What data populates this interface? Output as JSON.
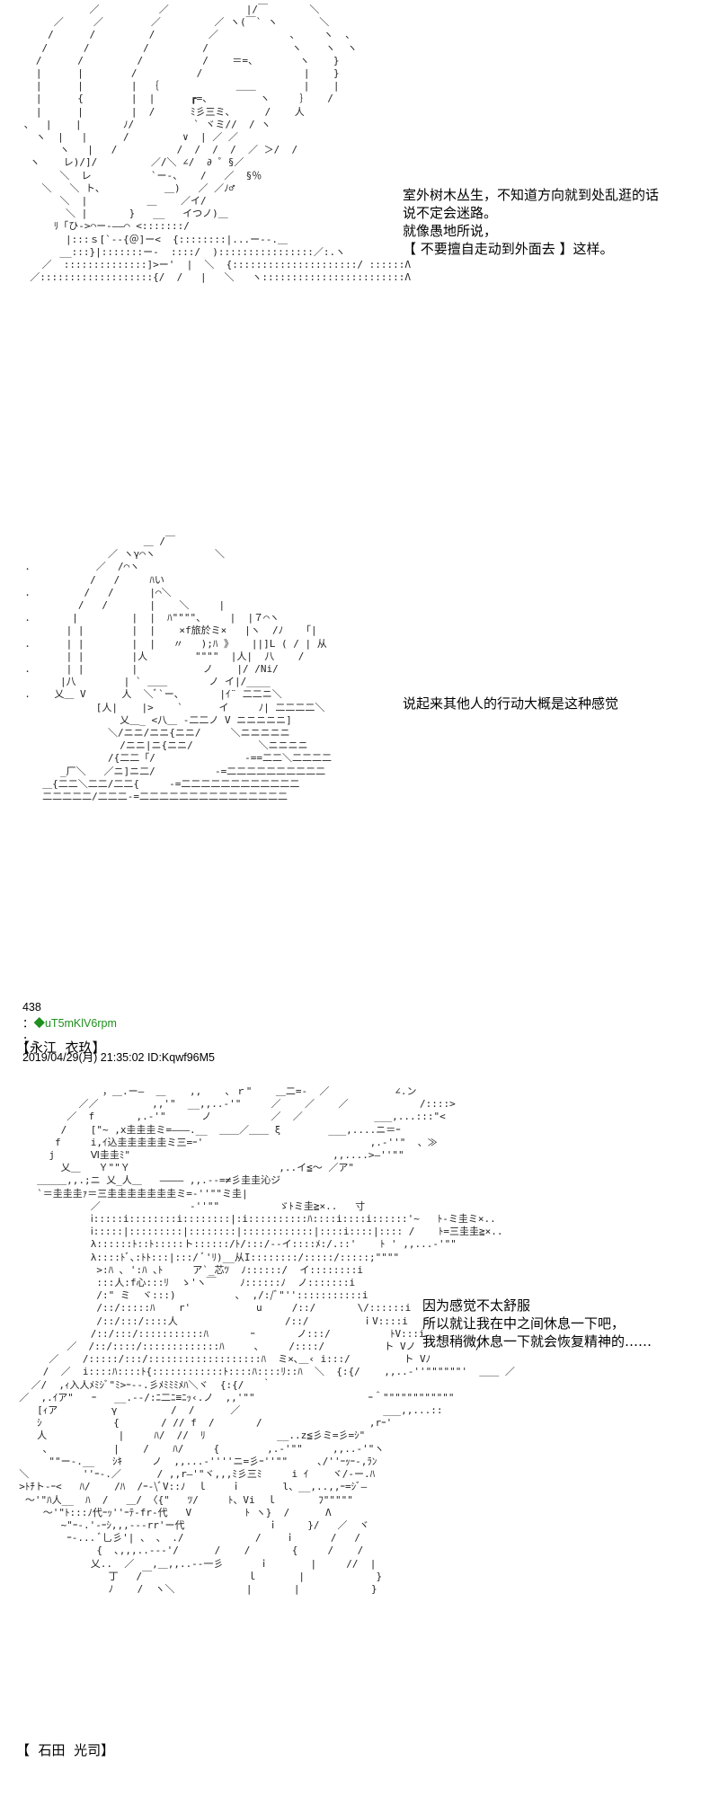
{
  "panel1": {
    "art": "            ／          ／             |/￣       ＼\n      ／     ／        ／         ／ ヽ(￣` ヽ       ＼\n     /      /         /         ／            、    ヽ  、\n    /      /         /         /              ヽ    ヽ  ヽ\n   /      /         /          /    ＝=、       ヽ    }\n   |      |        /          /                 |    }\n   |      |        |  ｛             ＿＿        |    |\n   |      {        |  |      ┏=、        ヽ     ｝   /\n   |      |        |  /      ﾐ彡三ミ、     /    人\n 、  |    |       ﾉ/          ` ヾミ//  / ヽ\n   ヽ  |   |      /         ∨  | ／ ／\n       ヽ   |   /          /  /  /  /  ／ ＞/  /\n  ヽ    レ)/]/         ／/＼ ∠/  ∂ ゜§／\n       ＼  レ          `ー-、   /   ／  §％\n    ＼   ＼ ト、          ＿)   ／ ／ﾉ♂\n       ＼  |          ＿    ／イ/\n        ＼ |       }   __   イつノ)＿\n      ﾘ「ひ->⌒ー-――⌒ <:::::::/\n        |:::ｓ[`--{＠]ー<  {::::::::|...ー--.＿\n       __:::}|:::::::ー-  ::::/  )::::::::::::::::／:.ヽ\n    ／  ::::::::::::::]>ー'  |  ＼  {:::::::::::::::::::::/ ::::::Λ\n  ／:::::::::::::::::::{/  /   |   ＼   ヽ::::::::::::::::::::::::Λ",
    "lines": [
      "室外树木丛生，不知道方向就到处乱逛的话",
      "说不定会迷路。",
      "就像愚地所说，",
      "【 不要擅自走动到外面去 】这样。"
    ]
  },
  "panel2": {
    "art": "                      ＿ /￣\n                ／ ヽγ⌒ヽ          ＼\n  .           ／  /⌒ヽ\n             /   /     ﾊい\n  .         /   /      |⌒＼\n           /   /       |    ＼     |\n  .       |         |  |  ﾊ\"\"\"\"、    |  |７⌒ヽ\n         | |        |  |    ×f旅於ミ×   |ヽ  /ﾉ   「|\n  .      | |        |  |   〃   );ﾊ 》   ||]L ( / | 从\n         | |        |人        \"\"\"\"  |人|  八    /\n  .      | |        |           ノ    |/ /Ni/\n        |八        | ` ＿＿       ノ イ|/____\n  .    乂＿ V      人  ＼ﾞ`ー、      |ｲ¨ 二二ニ＼\n              [人|    |>    `      イ     ﾉ| 二二二二＼\n                  乂＿_ <八＿ -二二ノ V ニニニニニ]\n                ＼/ニニ/ニニ{ニニ/     ＼ニニニニニ\n                  /ニニ|ニ{ニニ/           ＼ニニニニ\n                /{二二「/               -==二二＼二二二二\n        _厂＼   ／ニ]ニ二/          -=二二二二二二二二二二\n     ＿{二二＼二二/二二{     -=二二二二二二二二二二二二\n     二二二二二/二二二-=二二二二二二二二二二二二二二二",
    "line": "说起来其他人的行动大概是这种感觉"
  },
  "post": {
    "number": "438",
    "separator": "：",
    "diamond": "◆",
    "name": "uT5mKlV6rpm",
    "date": "2019/04/29(月) 21:35:02 ID:Kqwf96M5"
  },
  "label1": "【永江  衣玖】",
  "panel3": {
    "art": "                ，＿.ー―  ＿    ,,    ､ ｒ\"    ＿二=-  ／           ∠.ン\n            ／／         ,,'\"  __,,..-'\"     ／    ／    ／            /::::>\n          ／  f       ,.-'\"      ノ          ／  ／            ___,...:::\"<\n         /    [\"~ ,x圭圭圭ミ=―――.__  ＿＿／＿＿ ξ        ___,....ニ＝ｰ\n        f     i,ｲ込圭圭圭圭圭ミ三=ｰ'                            ,.-''\"  、≫\n       j      Ⅵ圭圭ﾐ\"                                  ,,....>―''\"\"\n         乂＿   Ｙ\"\"Ｙ                         ,..イ≦～ ／ア\"\n     ＿＿＿,,.;ニ 乂_人＿   ―――― ,,.--=≠彡圭圭沁ジ\n     `＝圭圭圭ｧ＝三圭圭圭圭圭圭圭ミ=-''\"\"ミ圭|\n              ／               -''\"\"          ゞﾄミ圭≧×..   寸\n              ⅰ:::::i::::::::i::::::::|:i::::::::::ﾊ::::i::::i::::::'~   ﾄ-ミ圭ミ×..\n              ⅰ:::::|:::::::::|::::::::|::::::::::::|::::i::::|:::: /    ﾄ=三圭圭≧×..\n              λ::::::ﾄ::ﾄ:::::ト::::::/ﾄ/:::/--イ::::ﾒ:/.::'    ﾄ ' ,,...-'\"\"\n              λ::::ﾄﾞ､:ﾄﾄ:::|:::/ ﾞ'ﾘ)__从I::::::::/:::::/:::::;\"\"\"\"\n               >:ﾊ ､ ':ﾊ ､ﾄ     ア`_芯ﾂ  ﾉ::::::/  イ::::::::i\n               :::人:f心:::ﾘ  ゝ'ヽ￣    ﾉ::::::ﾉ  ノ:::::::i\n               /:\" ミ  ヾ:::)          ､  ,/:/ﾞ\"'':::::::::::i\n               /::/:::::ﾊ    r'           u     /::/       \\/::::::i\n               /::/:::/::::人                  /::/         ｉV::::i\n              /::/:::/:::::::::::ﾊ       ｰ       ノ:::/          ﾄV:::i\n          ／  /::/::::/:::::::::::::ﾊ     ､     /::::/          ト Vノ          /\n       ／    /:::::/:::/:::::::::::::::::::ﾊ  ミ×､＿‹ i:::/         ト Vﾉ\n      /  ／  i::::ﾊ::::ﾄ{::::::::::::ﾄ::::ﾊ::::ﾘ::ﾊ  ＼  {:{/    ,,..-''\"\"\"\"\"\"'  ＿＿ ／\n    ／/  ,ｨ入人ﾒﾐｼﾞ\"ﾐ>ｰ--.彡ﾒﾐﾐﾐﾒﾊ＼ヾ  {:{/   ｀\n  ／  ,.ｲア\"   ｰ   __.-‐/:ﾆ二ﾆ≡ﾆｯ‹.ノ  ,,'\"\"                   ｰ＾\"\"\"\"\"\"\"\"\"\"\"\"\n     [ｨア         γ         /  /      ／                        ___,,...::\n     ｼ            {       / // f  /       /                  ,rｰ'\n     人            |     ﾊ/  //  ﾘ            __..z≦彡ミ=彡=ｼ\"\n      ､           |    /    ﾊ/     {        ,.-'\"\"     ,,..-'\"ヽ\n       \"\"ー-.__   ｼｷ     ノ  ,,...-''''ニ=彡ｰ''\"\"     ､/''ｰｯｰ-,ﾗﾝ\n  ＼         ''ｰ-.／      / ,,r―'\"ヾ,,,ﾐ彡三ﾐ     i ｲ    ヾ/-ー.ﾊ\n  >ﾄﾁト-ｰ<   ﾊ/    /ﾊ  /ｰ-\\ﾞV::ﾉ  ｌ    ｉ       l、__,..,,ｰ=ｼﾞ―\n   ～'\"ﾊ人__  ﾊ  /   ＿/ 〈{\"   ﾂ/     ﾄ、Vi  ｌ       ﾌ\"\"\"\"\"\n      ～'\"ﾄ:::ﾉ代ｰｯ''ｰﾃ-fr-代   V         ﾄ ヽ}  /      Λ\n         ~\"ｰ-.'-ｰｼ,,,---rr'ー代              ｉ     }/   ／  ヾ\n          ｰ-... ﾞ乚彡'| 、 、 ./            /    ｉ      /   /\n               {  ､,,,..---'/      /    /       {     /    /\n              乂..  ／   ,＿,,..--一彡      ｉ       |     //  |\n                 丁   /￣                ｌ       |            }\n                 ﾉ    /  ヽ＼            |       |            }",
    "lines": [
      "因为感觉不太舒服",
      "所以就让我在中之间休息一下吧，",
      "我想稍微休息一下就会恢复精神的…… "
    ]
  },
  "label2": "【  石田  光司】"
}
